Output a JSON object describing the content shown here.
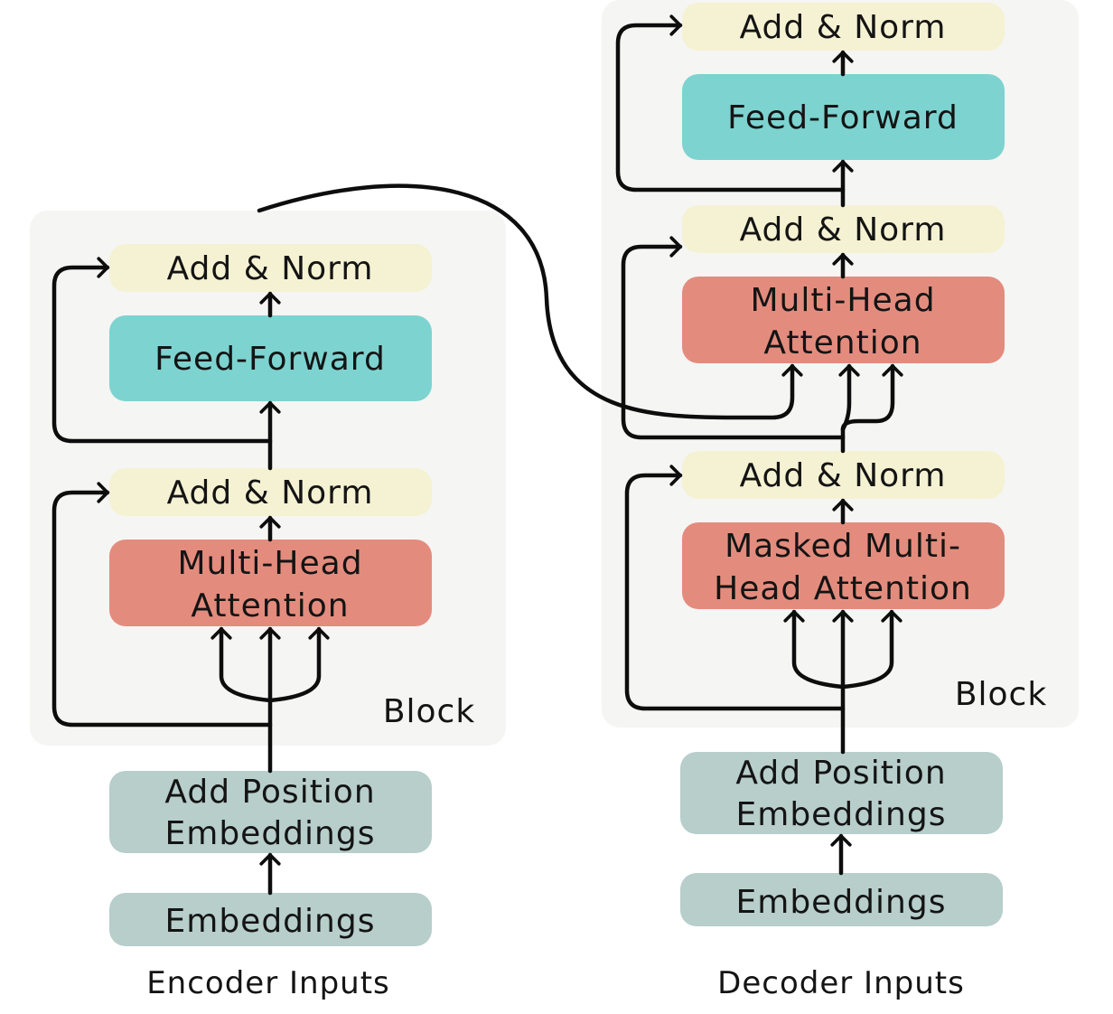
{
  "encoder": {
    "block_label": "Block",
    "add_norm_top": "Add & Norm",
    "feed_forward": "Feed-Forward",
    "add_norm_bottom": "Add & Norm",
    "attention_line1": "Multi-Head",
    "attention_line2": "Attention",
    "position_line1": "Add Position",
    "position_line2": "Embeddings",
    "embeddings": "Embeddings",
    "inputs_caption": "Encoder Inputs"
  },
  "decoder": {
    "block_label": "Block",
    "add_norm_top": "Add & Norm",
    "feed_forward": "Feed-Forward",
    "add_norm_mid": "Add & Norm",
    "cross_attention_line1": "Multi-Head",
    "cross_attention_line2": "Attention",
    "add_norm_bottom": "Add & Norm",
    "masked_line1": "Masked Multi-",
    "masked_line2": "Head Attention",
    "position_line1": "Add Position",
    "position_line2": "Embeddings",
    "embeddings": "Embeddings",
    "inputs_caption": "Decoder Inputs"
  },
  "colors": {
    "block_bg": "#f5f5f3",
    "add_norm": "#f5f2d3",
    "feed_forward": "#7dd3d0",
    "attention": "#e38c7e",
    "embedding": "#b7cecb",
    "line": "#0d0d0d"
  }
}
